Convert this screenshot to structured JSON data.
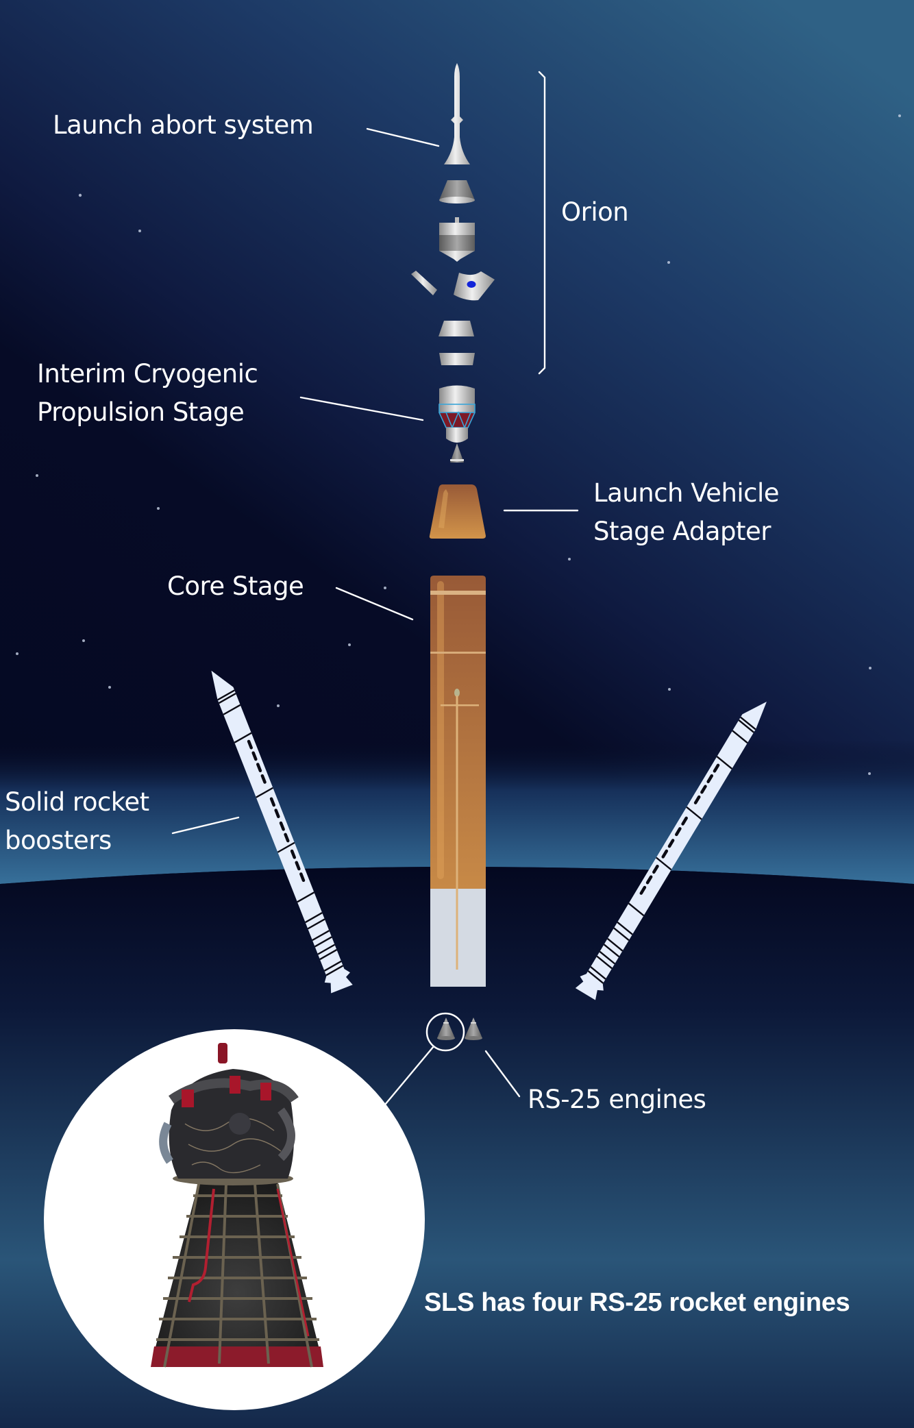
{
  "diagram": {
    "subject": "Space Launch System (SLS) rocket exploded view",
    "labels": {
      "launch_abort_system": "Launch abort system",
      "orion": "Orion",
      "icps_line1": "Interim Cryogenic",
      "icps_line2": "Propulsion Stage",
      "lvsa_line1": "Launch Vehicle",
      "lvsa_line2": "Stage Adapter",
      "core_stage": "Core Stage",
      "srb_line1": "Solid rocket",
      "srb_line2": "boosters",
      "rs25": "RS-25 engines"
    },
    "caption": "SLS has four RS-25 rocket engines",
    "components": [
      {
        "id": "launch-abort-system",
        "label": "Launch abort system"
      },
      {
        "id": "orion",
        "label": "Orion",
        "group": "bracket"
      },
      {
        "id": "icps",
        "label": "Interim Cryogenic Propulsion Stage"
      },
      {
        "id": "lvsa",
        "label": "Launch Vehicle Stage Adapter"
      },
      {
        "id": "core-stage",
        "label": "Core Stage"
      },
      {
        "id": "solid-rocket-boosters",
        "label": "Solid rocket boosters",
        "count_shown": 2
      },
      {
        "id": "rs25-engines",
        "label": "RS-25 engines",
        "count_shown": 2
      }
    ],
    "colors": {
      "sky_top": "#2d5a80",
      "sky_mid": "#101a40",
      "sky_dark": "#050a22",
      "horizon_glow": "#3a7aa8",
      "core_orange_top": "#9a5c37",
      "core_orange_bottom": "#d4954a",
      "booster_white": "#e6eefc",
      "metal_grey": "#c4c4c4",
      "engine_circle": "#ffffff",
      "text": "#ffffff"
    }
  }
}
